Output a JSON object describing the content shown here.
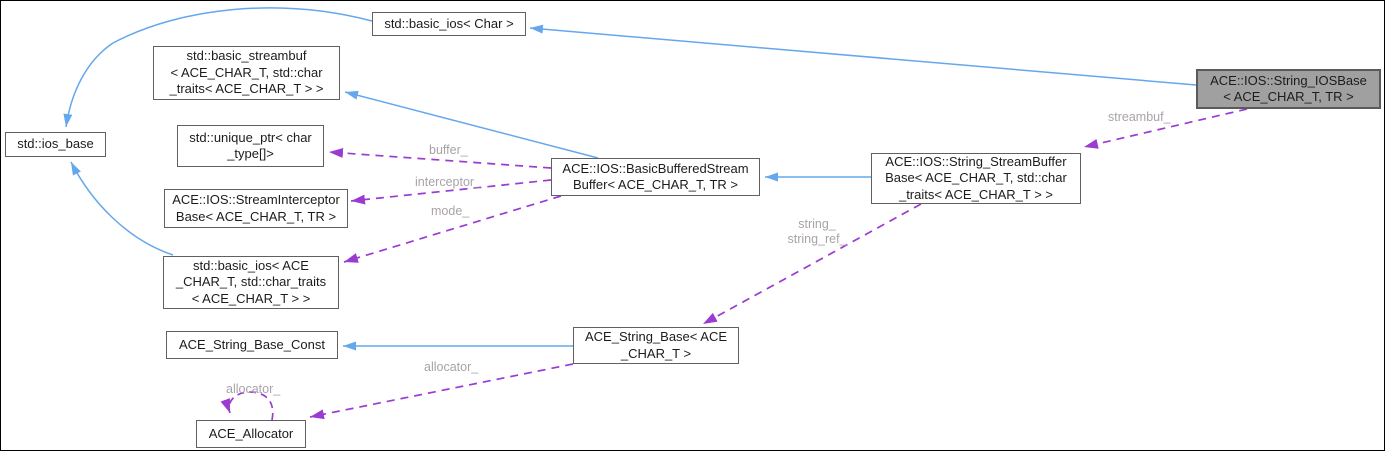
{
  "diagram": {
    "kind": "class-collaboration-diagram",
    "colors": {
      "inheritance_edge": "#64a7ee",
      "usage_edge": "#9b3bd0",
      "node_fill": "#ffffff",
      "node_border": "#606060",
      "current_node_fill": "#a0a0a0",
      "edge_label_color": "#a9a3a9",
      "text_color": "#1c1c1c"
    },
    "nodes": [
      {
        "id": "std-basic-ios-char",
        "label": "std::basic_ios< Char >"
      },
      {
        "id": "std-basic-streambuf",
        "label": "std::basic_streambuf\n< ACE_CHAR_T, std::char\n_traits< ACE_CHAR_T > >"
      },
      {
        "id": "std-ios-base",
        "label": "std::ios_base"
      },
      {
        "id": "std-unique-ptr",
        "label": "std::unique_ptr< char\n_type[]>"
      },
      {
        "id": "stream-interceptor-base",
        "label": "ACE::IOS::StreamInterceptor\nBase< ACE_CHAR_T, TR >"
      },
      {
        "id": "std-basic-ios-ace-char",
        "label": "std::basic_ios< ACE\n_CHAR_T, std::char_traits\n< ACE_CHAR_T > >"
      },
      {
        "id": "ace-string-base-const",
        "label": "ACE_String_Base_Const"
      },
      {
        "id": "ace-allocator",
        "label": "ACE_Allocator"
      },
      {
        "id": "basic-buffered-stream-buffer",
        "label": "ACE::IOS::BasicBufferedStream\nBuffer< ACE_CHAR_T, TR >"
      },
      {
        "id": "ace-string-base",
        "label": "ACE_String_Base< ACE\n_CHAR_T >"
      },
      {
        "id": "string-stream-buffer-base",
        "label": "ACE::IOS::String_StreamBuffer\nBase< ACE_CHAR_T, std::char\n_traits< ACE_CHAR_T > >"
      },
      {
        "id": "string-iosbase-current",
        "label": "ACE::IOS::String_IOSBase\n< ACE_CHAR_T, TR >"
      }
    ],
    "edge_labels": [
      {
        "text": "buffer_"
      },
      {
        "text": "interceptor_"
      },
      {
        "text": "mode_"
      },
      {
        "text": "string_\nstring_ref_"
      },
      {
        "text": "streambuf_"
      },
      {
        "text": "allocator_"
      },
      {
        "text": "allocator_"
      }
    ],
    "edges": [
      {
        "from": "std::basic_ios< Char >",
        "to": "std::ios_base",
        "type": "inheritance"
      },
      {
        "from": "std::basic_ios< ACE_CHAR_T, std::char_traits< ACE_CHAR_T > >",
        "to": "std::ios_base",
        "type": "inheritance"
      },
      {
        "from": "ACE::IOS::BasicBufferedStreamBuffer< ACE_CHAR_T, TR >",
        "to": "std::basic_streambuf< ACE_CHAR_T, std::char_traits< ACE_CHAR_T > >",
        "type": "inheritance"
      },
      {
        "from": "ACE::IOS::String_StreamBufferBase< ACE_CHAR_T, std::char_traits< ACE_CHAR_T > >",
        "to": "ACE::IOS::BasicBufferedStreamBuffer< ACE_CHAR_T, TR >",
        "type": "inheritance"
      },
      {
        "from": "ACE::IOS::String_IOSBase< ACE_CHAR_T, TR >",
        "to": "std::basic_ios< Char >",
        "type": "inheritance"
      },
      {
        "from": "ACE_String_Base< ACE_CHAR_T >",
        "to": "ACE_String_Base_Const",
        "type": "inheritance"
      },
      {
        "from": "ACE::IOS::BasicBufferedStreamBuffer< ACE_CHAR_T, TR >",
        "to": "std::unique_ptr< char_type[]>",
        "type": "usage",
        "label": "buffer_"
      },
      {
        "from": "ACE::IOS::BasicBufferedStreamBuffer< ACE_CHAR_T, TR >",
        "to": "ACE::IOS::StreamInterceptorBase< ACE_CHAR_T, TR >",
        "type": "usage",
        "label": "interceptor_"
      },
      {
        "from": "ACE::IOS::BasicBufferedStreamBuffer< ACE_CHAR_T, TR >",
        "to": "std::basic_ios< ACE_CHAR_T, std::char_traits< ACE_CHAR_T > >",
        "type": "usage",
        "label": "mode_"
      },
      {
        "from": "ACE::IOS::String_StreamBufferBase< ACE_CHAR_T, std::char_traits< ACE_CHAR_T > >",
        "to": "ACE_String_Base< ACE_CHAR_T >",
        "type": "usage",
        "label": "string_ string_ref_"
      },
      {
        "from": "ACE::IOS::String_IOSBase< ACE_CHAR_T, TR >",
        "to": "ACE::IOS::String_StreamBufferBase< ACE_CHAR_T, std::char_traits< ACE_CHAR_T > >",
        "type": "usage",
        "label": "streambuf_"
      },
      {
        "from": "ACE_String_Base< ACE_CHAR_T >",
        "to": "ACE_Allocator",
        "type": "usage",
        "label": "allocator_"
      },
      {
        "from": "ACE_Allocator",
        "to": "ACE_Allocator",
        "type": "usage",
        "label": "allocator_"
      }
    ]
  }
}
